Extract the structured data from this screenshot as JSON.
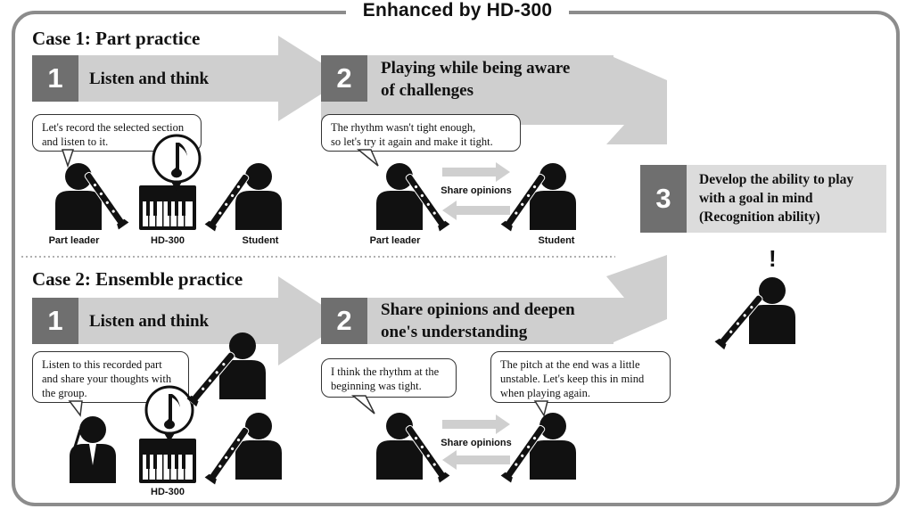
{
  "title": "Enhanced by HD-300",
  "case1": {
    "heading": "Case 1: Part practice",
    "step1": {
      "number": "1",
      "label": "Listen and think"
    },
    "step2": {
      "number": "2",
      "label_line1": "Playing while being aware",
      "label_line2": "of challenges"
    },
    "bubble1": {
      "line1": "Let's record the selected section",
      "line2": "and listen to it."
    },
    "bubble2": {
      "line1": "The rhythm wasn't tight enough,",
      "line2": "so let's try it again and make it tight."
    },
    "labels": {
      "part_leader_1": "Part leader",
      "device": "HD-300",
      "student_1": "Student",
      "share": "Share opinions",
      "part_leader_2": "Part leader",
      "student_2": "Student"
    }
  },
  "case2": {
    "heading": "Case 2: Ensemble practice",
    "step1": {
      "number": "1",
      "label": "Listen and think"
    },
    "step2": {
      "number": "2",
      "label_line1": "Share opinions and deepen",
      "label_line2": "one's understanding"
    },
    "bubble1": {
      "line1": "Listen to this recorded part",
      "line2": "and share your thoughts with",
      "line3": "the group."
    },
    "bubble2": {
      "line1": "I think the rhythm at the",
      "line2": "beginning was tight."
    },
    "bubble3": {
      "line1": "The pitch at the end was a little",
      "line2": "unstable. Let's keep this in mind",
      "line3": "when playing again."
    },
    "labels": {
      "device": "HD-300",
      "share": "Share opinions"
    }
  },
  "step3": {
    "number": "3",
    "line1": "Develop the ability to play",
    "line2": "with a goal in mind",
    "line3": "(Recognition ability)",
    "exclaim": "!"
  },
  "icons": {
    "note": "music-note-icon",
    "keyboard": "keyboard-icon",
    "clarinet": "clarinet-icon",
    "person": "person-icon"
  },
  "colors": {
    "frame": "#8c8c8c",
    "arrow": "#cfcfcf",
    "step_number_bg": "#6f6f6f",
    "text": "#111111"
  }
}
